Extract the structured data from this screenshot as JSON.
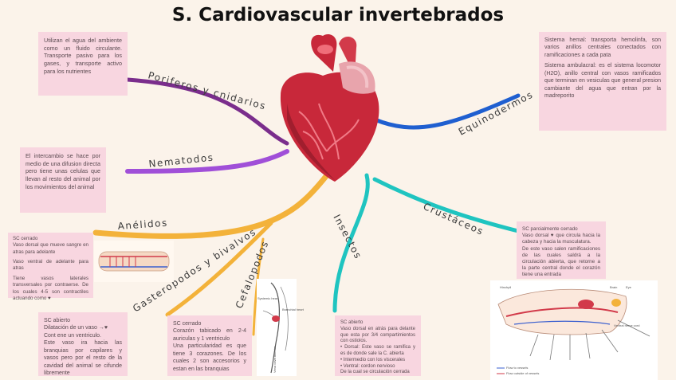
{
  "title": "S. Cardiovascular invertebrados",
  "branches": {
    "poriferos": "Poriferos y cnidarios",
    "nematodos": "Nematodos",
    "anelidos": "Anélidos",
    "gasteropodos": "Gasteropodos y bivalvos",
    "cefalopodos": "Cefalopodos",
    "insectos": "Insectos",
    "crustaceos": "Crustáceos",
    "equinodermos": "Equinodermos"
  },
  "notes": {
    "poriferos": "Utilizan el agua del ambiente como un fluido circulante. Transporte pasivo para los gases, y transporte activo para los nutrientes",
    "nematodos": "El intercambio se hace por medio de una difusion directa pero tiene unas celulas que llevan al resto del animal por los movimientos del animal",
    "anelidos": [
      "SC cerrado",
      "Vaso dorsal que mueve sangre en atras para adelante",
      "Vaso ventral de adelante para atras",
      "Tiene vasos laterales transversales por contraerse. De los cuales 4-5 son contractiles actuando como ♥"
    ],
    "gasteropodos": [
      "SC abierto",
      "Dilatación de un vaso →♥",
      "Cont ene un ventriculo.",
      "Este vaso ira hacia las branquias por capilares y vasos pero por el resto de la cavidad del animal se cifunde libremente"
    ],
    "cefalopodos": [
      "SC cerrado",
      "Corazón tabicado en 2-4 auriculas y 1 ventriculo",
      "Una particularidad es que tiene 3 corazones. De los cuales 2 son accesorios y estan en las branquias"
    ],
    "insectos": [
      "SC abierto",
      "Vaso dorsal en atrás para delante que esta por 3/4 compartimientos con ostiolos.",
      "• Dorsal: Este vaso se ramifica y es de donde sale la C. abierta",
      "• Intermedio con los viscerales",
      "• Ventral: cordon nervioso",
      "De la cual se circulación cerrada"
    ],
    "crustaceos": [
      "SC parcialmente cerrado",
      "Vaso dorsal ♥ que circula hacia la cabeza y hacia la musculatura.",
      "De este vaso salen ramificaciones de las cuales saldrá a la circulación abierta, que retorne a la parte central donde el corazón tiene una entrada"
    ],
    "equinodermos": [
      "Sistema hemal: transporta hemolinfa, son varios anillos centrales conectados con ramificaciones a cada pata",
      "Sistema ambulacral: es el sistema locomotor (H2O), anillo central con vasos ramificados que terminan en vesiculas que general presion cambiante del agua que entran por la madreporito"
    ]
  },
  "figure_labels": {
    "crayfish_head": "Hinchpil",
    "crayfish_brain": "Brain",
    "crayfish_eye": "Eye",
    "crayfish_nerve": "Ventral nerve cord",
    "crayfish_legend_1": "Flow to vessels",
    "crayfish_legend_2": "Flow outside of vessels",
    "ceph_label_1": "Systemic heart",
    "ceph_label_2": "Branchial heart",
    "ceph_label_3": "Vena cava anterior"
  },
  "colors": {
    "background": "#fbf3ea",
    "note": "#f8d6e0",
    "branch_poriferos": "#7a2d8c",
    "branch_nematodos": "#a04fd8",
    "branch_anelidos": "#f3b23a",
    "branch_insectos": "#1fc4c0",
    "branch_equinodermos": "#1f5fd0",
    "heart": "#c8283a"
  }
}
